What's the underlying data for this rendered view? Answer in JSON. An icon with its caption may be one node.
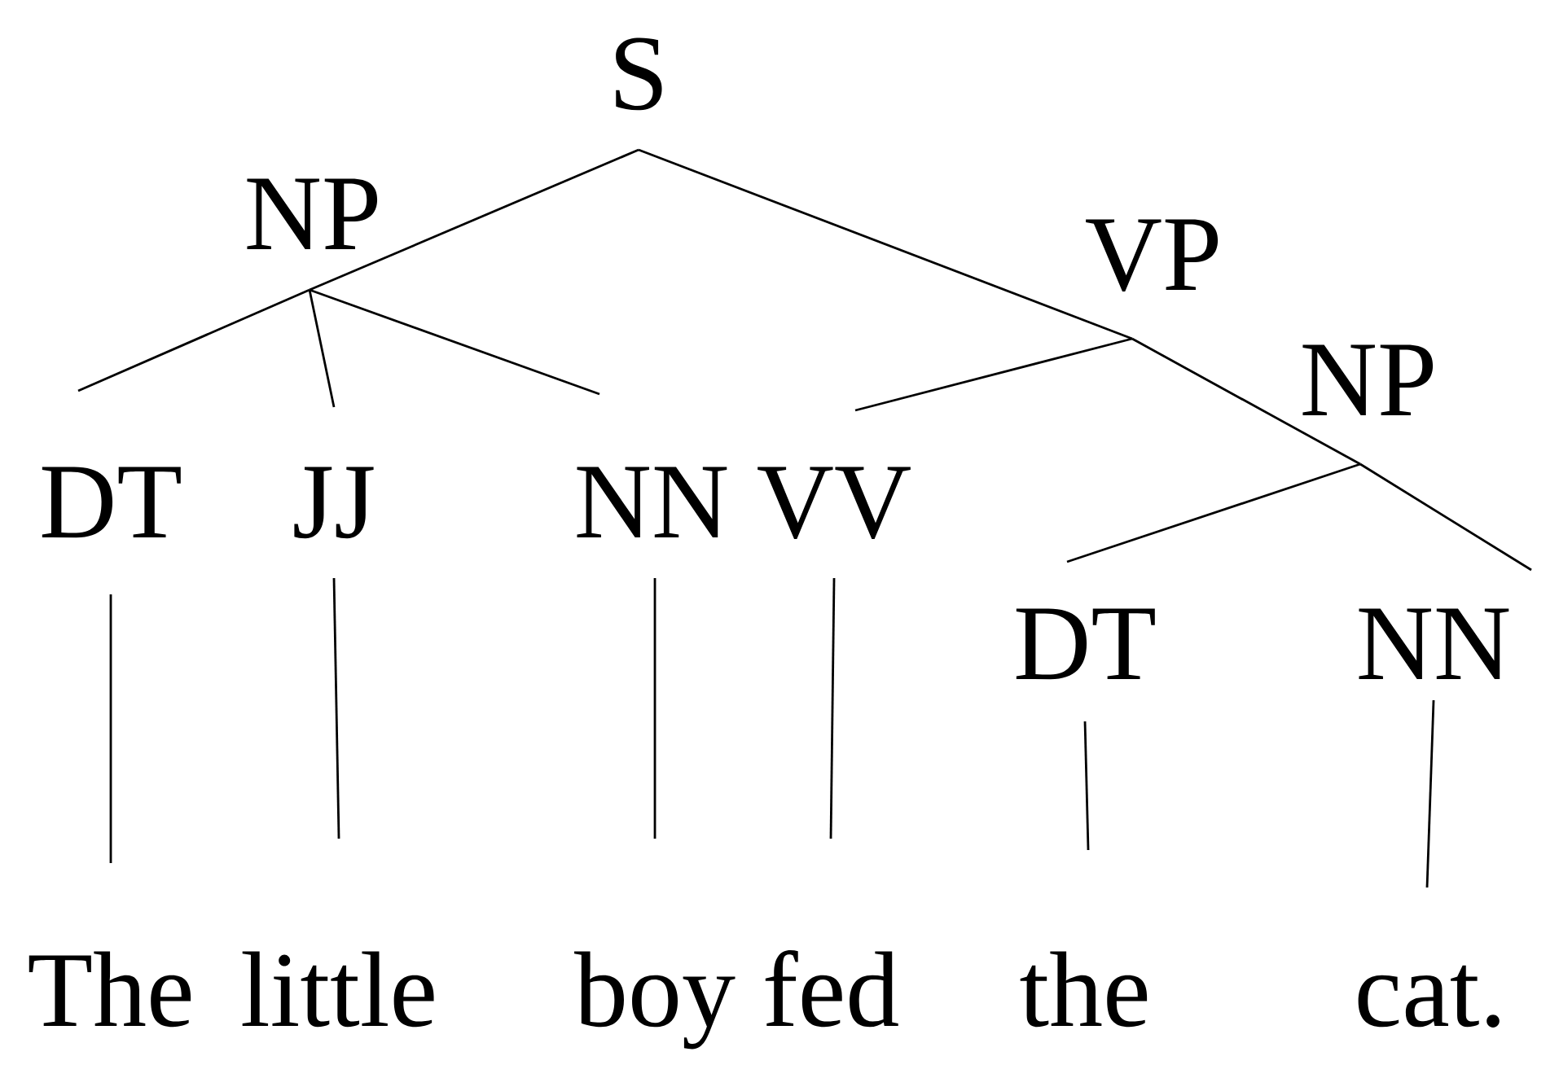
{
  "diagram": {
    "nodes": [
      {
        "text": [
          "S"
        ]
      },
      {
        "text": [
          "NP"
        ]
      },
      {
        "text": [
          "VP"
        ]
      },
      {
        "text": [
          "NP"
        ]
      },
      {
        "text": [
          "DT"
        ]
      },
      {
        "text": [
          "JJ"
        ]
      },
      {
        "text": [
          "NN"
        ]
      },
      {
        "text": [
          "VV"
        ]
      },
      {
        "text": [
          "DT"
        ]
      },
      {
        "text": [
          "NN"
        ]
      },
      {
        "text": [
          "The"
        ]
      },
      {
        "text": [
          "little"
        ]
      },
      {
        "text": [
          "boy"
        ]
      },
      {
        "text": [
          "fed"
        ]
      },
      {
        "text": [
          "the"
        ]
      },
      {
        "text": [
          "cat."
        ]
      }
    ],
    "edges": [
      {
        "from": 0,
        "to": 1,
        "arrow": "none"
      },
      {
        "from": 0,
        "to": 2,
        "arrow": "none"
      },
      {
        "from": 1,
        "to": 4,
        "arrow": "none"
      },
      {
        "from": 1,
        "to": 5,
        "arrow": "none"
      },
      {
        "from": 1,
        "to": 6,
        "arrow": "none"
      },
      {
        "from": 2,
        "to": 7,
        "arrow": "none"
      },
      {
        "from": 2,
        "to": 3,
        "arrow": "none"
      },
      {
        "from": 3,
        "to": 8,
        "arrow": "none"
      },
      {
        "from": 3,
        "to": 9,
        "arrow": "none"
      },
      {
        "from": 4,
        "to": 10,
        "arrow": "none"
      },
      {
        "from": 5,
        "to": 11,
        "arrow": "none"
      },
      {
        "from": 6,
        "to": 12,
        "arrow": "none"
      },
      {
        "from": 7,
        "to": 13,
        "arrow": "none"
      },
      {
        "from": 8,
        "to": 14,
        "arrow": "none"
      },
      {
        "from": 9,
        "to": 15,
        "arrow": "none"
      }
    ]
  }
}
